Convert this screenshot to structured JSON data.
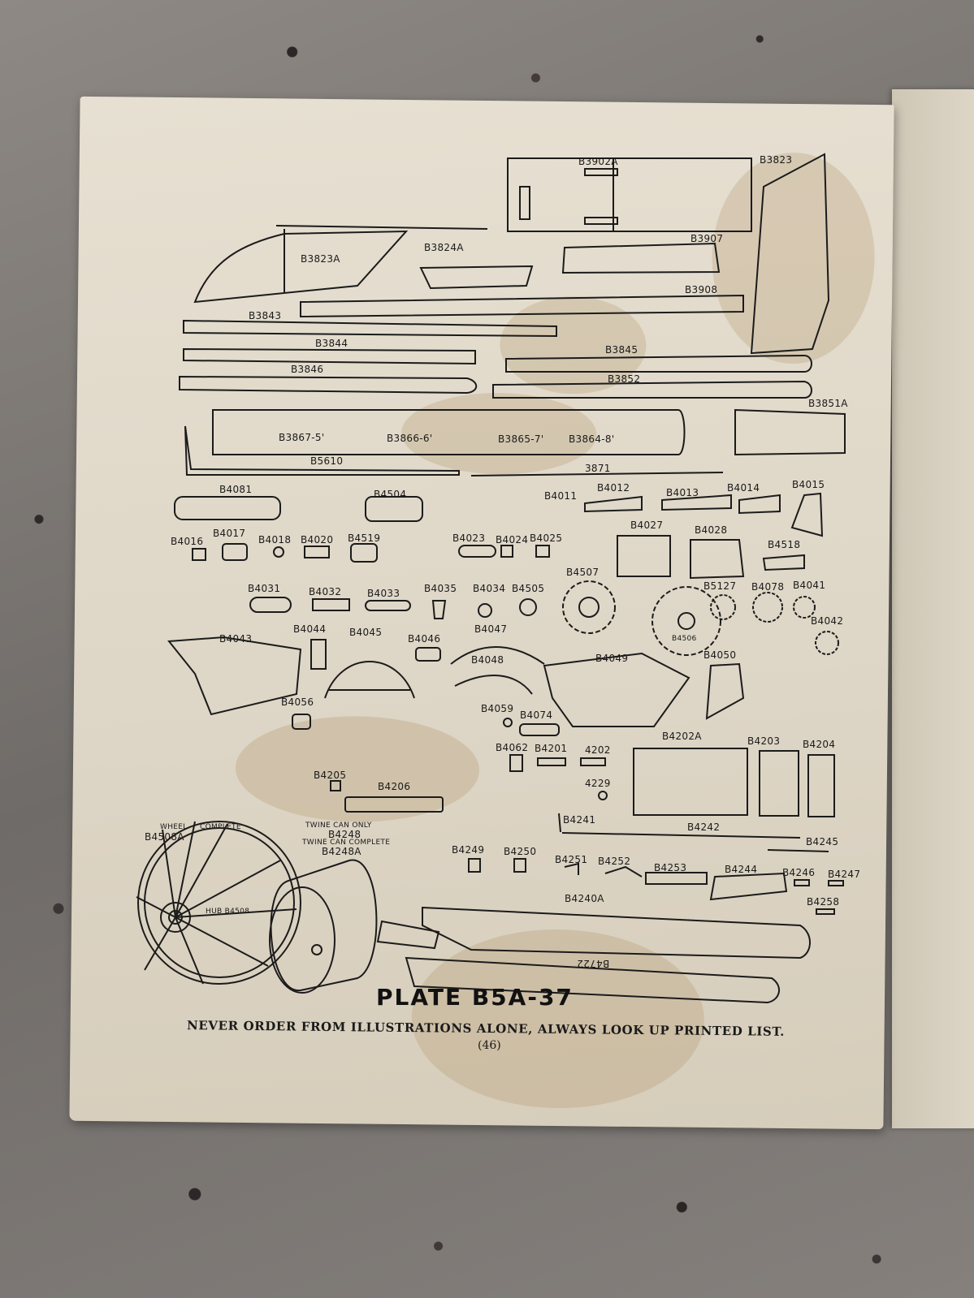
{
  "plate_title": "PLATE B5A-37",
  "notice": "NEVER ORDER FROM ILLUSTRATIONS ALONE, ALWAYS LOOK UP PRINTED LIST.",
  "page_number": "(46)",
  "wheel_labels": {
    "wheel": "WHEEL",
    "complete": "COMPLETE",
    "wheel_part": "B4508A",
    "hub": "HUB B4508",
    "twine_only": "TWINE CAN ONLY",
    "twine_only_part": "B4248",
    "twine_complete": "TWINE CAN COMPLETE",
    "twine_complete_part": "B4248A"
  },
  "parts": {
    "p1": "B3902A",
    "p2": "B3823",
    "p3": "B3823A",
    "p4": "B3824A",
    "p5": "B3907",
    "p6": "B3908",
    "p7": "B3843",
    "p8": "B3844",
    "p9": "B3845",
    "p10": "B3846",
    "p11": "B3852",
    "p12": "B3851A",
    "p13": "B3867-5'",
    "p14": "B3866-6'",
    "p15": "B3865-7'",
    "p16": "B3864-8'",
    "p17": "B5610",
    "p18": "3871",
    "p19": "B4081",
    "p20": "B4504",
    "p21": "B4011",
    "p22": "B4012",
    "p23": "B4013",
    "p24": "B4014",
    "p25": "B4015",
    "p26": "B4016",
    "p27": "B4017",
    "p28": "B4018",
    "p29": "B4020",
    "p30": "B4519",
    "p31": "B4023",
    "p32": "B4024",
    "p33": "B4025",
    "p34": "B4027",
    "p35": "B4028",
    "p36": "B4518",
    "p37": "B4031",
    "p38": "B4032",
    "p39": "B4033",
    "p40": "B4035",
    "p41": "B4034",
    "p42": "B4505",
    "p43": "B4507",
    "p44": "B5127",
    "p45": "B4078",
    "p46": "B4041",
    "p47": "B4506",
    "p48": "B4042",
    "p49": "B4043",
    "p50": "B4044",
    "p51": "B4045",
    "p52": "B4046",
    "p53": "B4047",
    "p54": "B4048",
    "p55": "B4049",
    "p56": "B4050",
    "p57": "B4056",
    "p58": "B4059",
    "p59": "B4074",
    "p60": "B4062",
    "p61": "B4201",
    "p62": "4202",
    "p63": "B4202A",
    "p64": "B4203",
    "p65": "B4204",
    "p66": "4229",
    "p67": "B4205",
    "p68": "B4206",
    "p69": "B4241",
    "p70": "B4242",
    "p71": "B4245",
    "p72": "B4249",
    "p73": "B4250",
    "p74": "B4251",
    "p75": "B4252",
    "p76": "B4253",
    "p77": "B4244",
    "p78": "B4246",
    "p79": "B4247",
    "p80": "B4240A",
    "p81": "B4258",
    "p82": "B4722"
  }
}
